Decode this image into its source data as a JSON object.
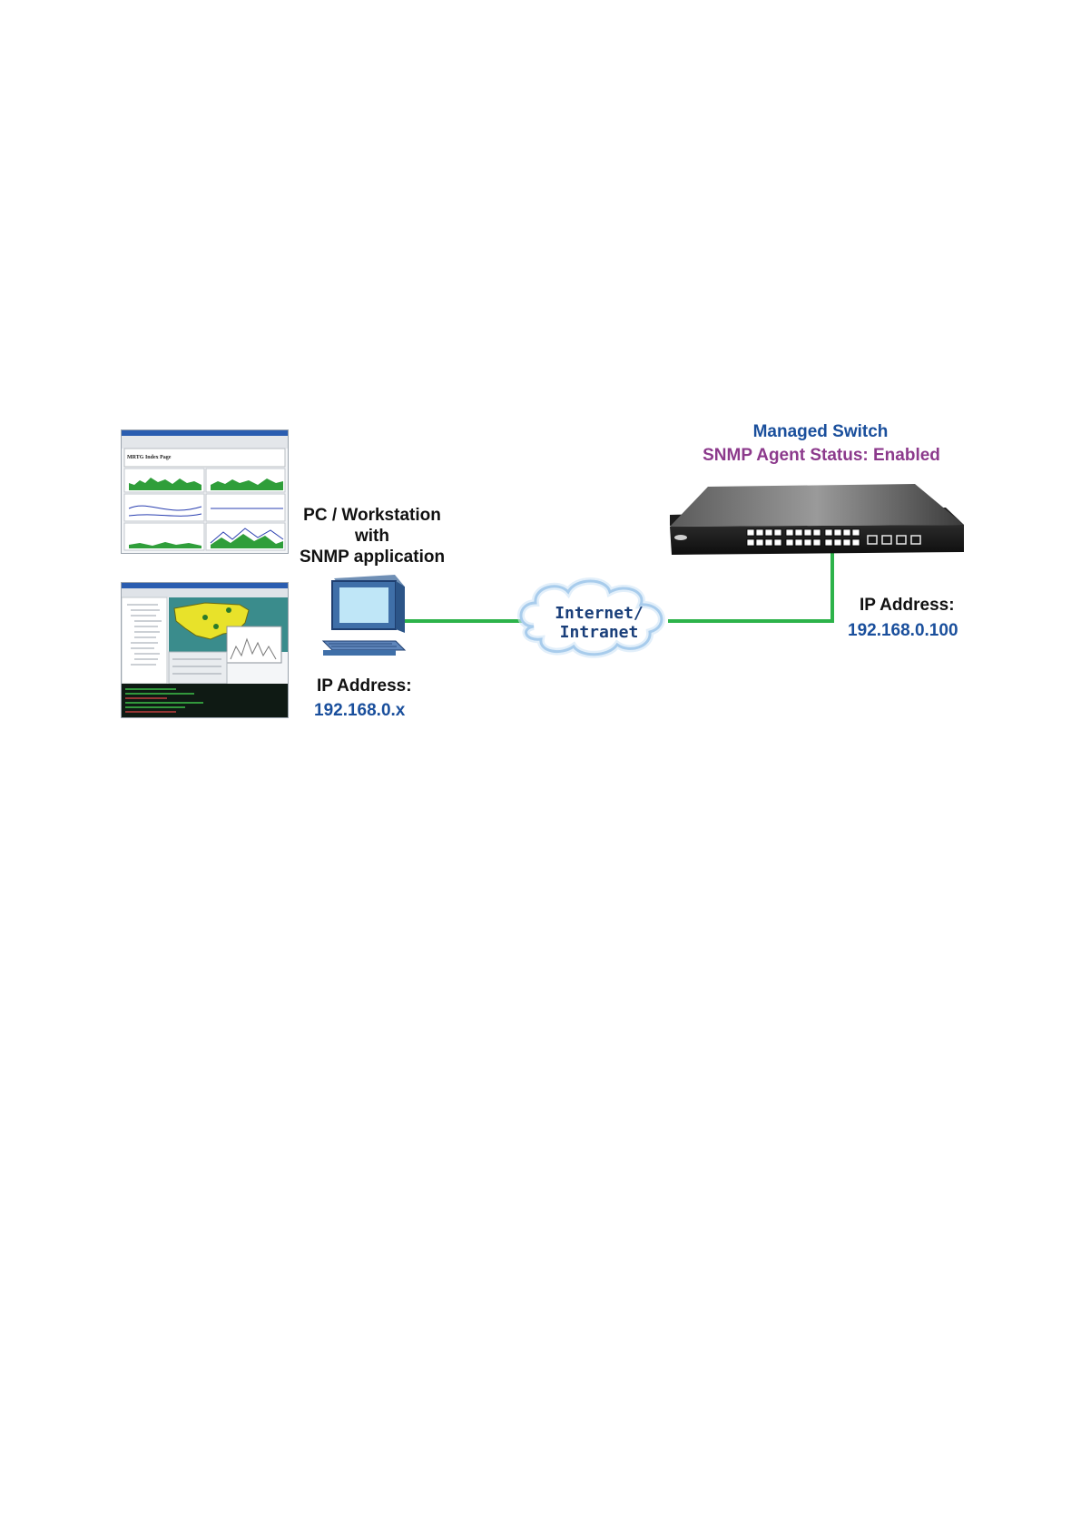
{
  "switch": {
    "title": "Managed Switch",
    "status": "SNMP Agent Status: Enabled",
    "ip_label": "IP Address:",
    "ip_value": "192.168.0.100"
  },
  "workstation": {
    "line1": "PC / Workstation",
    "line2": "with",
    "line3": "SNMP application",
    "ip_label": "IP Address:",
    "ip_value": "192.168.0.x"
  },
  "cloud": {
    "line1": "Internet/",
    "line2": "Intranet"
  },
  "thumbnail_mrtg": {
    "heading": "MRTG Index Page"
  },
  "colors": {
    "link": "#2db34a",
    "blue_text": "#1a4f9c",
    "purple_text": "#8c3a8c"
  },
  "icons": [
    "mrtg-screenshot-icon",
    "snmp-map-screenshot-icon",
    "pc-icon",
    "cloud-icon",
    "switch-icon"
  ]
}
